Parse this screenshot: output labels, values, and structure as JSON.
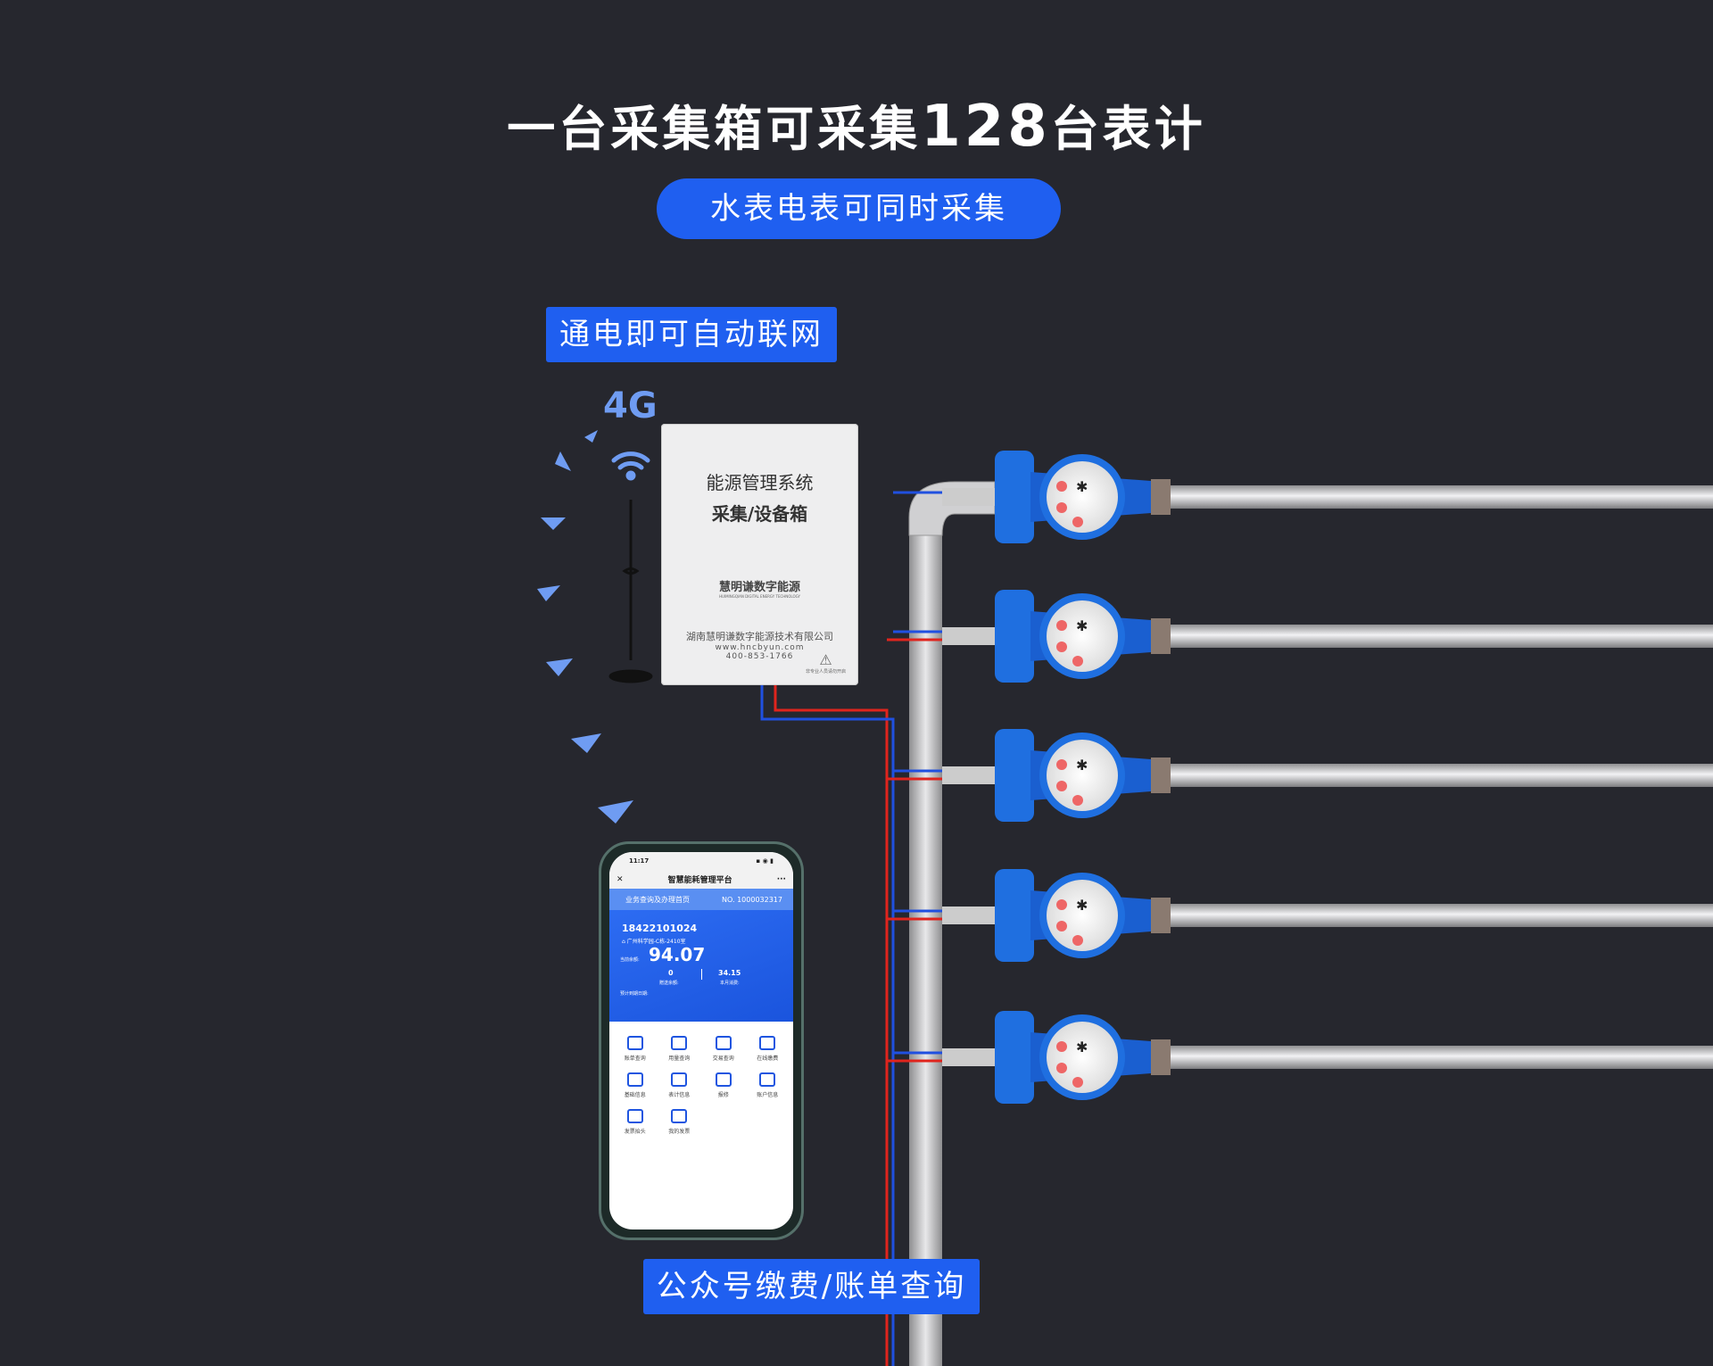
{
  "headline": {
    "pre": "一台采集箱可采集",
    "number": "128",
    "post": "台表计"
  },
  "subtitle_pill": "水表电表可同时采集",
  "network_tag": "通电即可自动联网",
  "signal_label": "4G",
  "payment_tag": "公众号缴费/账单查询",
  "colors": {
    "background": "#26272e",
    "accent": "#1f5ff0",
    "signal": "#6f9cf2",
    "meter_blue": "#1f6fe0",
    "wire_red": "#e0241d",
    "wire_blue": "#2050e0"
  },
  "collector_box": {
    "line1": "能源管理系统",
    "line2": "采集/设备箱",
    "brand": "慧明谦数字能源",
    "brand_en": "HUIMINGQIAN DIGITAL ENERGY TECHNOLOGY",
    "company": "湖南慧明谦数字能源技术有限公司",
    "website": "www.hncbyun.com",
    "phone": "400-853-1766",
    "warning": "非专业人员请勿开启"
  },
  "phone": {
    "time": "11:17",
    "app_title": "智慧能耗管理平台",
    "page_title": "业务查询及办理首页",
    "number": "NO. 1000032317",
    "account": "18422101024",
    "address": "广州科学园-C栋-2410室",
    "balance_label": "当前余额:",
    "balance": "94.07",
    "gift_value": "0",
    "gift_label": "赠送余额:",
    "month_value": "34.15",
    "month_label": "本月消费:",
    "expiry_label": "预计到期日期:",
    "menu": [
      {
        "label": "账单查询",
        "icon": "bill-icon"
      },
      {
        "label": "用量查询",
        "icon": "lightning-icon"
      },
      {
        "label": "交易查询",
        "icon": "transaction-search-icon"
      },
      {
        "label": "在线缴费",
        "icon": "payment-icon"
      },
      {
        "label": "基础信息",
        "icon": "info-card-icon"
      },
      {
        "label": "表计信息",
        "icon": "meter-icon"
      },
      {
        "label": "报修",
        "icon": "repair-icon"
      },
      {
        "label": "账户信息",
        "icon": "account-icon"
      },
      {
        "label": "发票抬头",
        "icon": "invoice-title-icon"
      },
      {
        "label": "我的发票",
        "icon": "invoice-icon"
      }
    ]
  },
  "meters_count_shown": 5
}
